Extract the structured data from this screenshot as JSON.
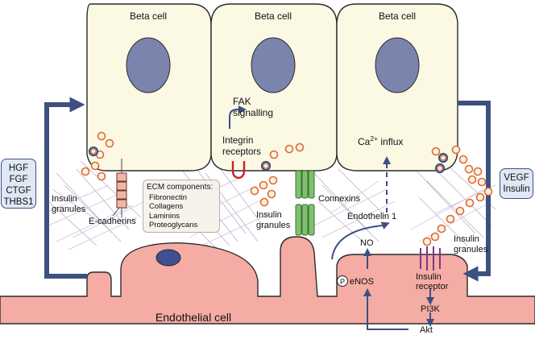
{
  "beta_cells": [
    "Beta cell",
    "Beta cell",
    "Beta cell"
  ],
  "left_factors": [
    "HGF",
    "FGF",
    "CTGF",
    "THBS1"
  ],
  "right_factors": [
    "VEGF",
    "Insulin"
  ],
  "labels": {
    "fak": [
      "FAK",
      "signalling"
    ],
    "integrin": [
      "Integrin",
      "receptors"
    ],
    "calcium_base": "Ca",
    "calcium_sup": "2+",
    "calcium_rest": " influx",
    "insulin_granules_left": [
      "Insulin",
      "granules"
    ],
    "insulin_granules_mid": [
      "Insulin",
      "granules"
    ],
    "insulin_granules_right": [
      "Insulin",
      "granules"
    ],
    "e_cadherins": "E-cadherins",
    "connexins": "Connexins",
    "endothelin": "Endothelin 1",
    "no": "NO",
    "enos": "eNOS",
    "p": "P",
    "insulin_receptor": [
      "Insulin",
      "receptor"
    ],
    "pi3k": "PI3K",
    "akt": "Akt",
    "endothelial": "Endothelial cell"
  },
  "ecm": {
    "title": "ECM components:",
    "items": [
      "Fibronectin",
      "Collagens",
      "Laminins",
      "Proteoglycans"
    ]
  },
  "colors": {
    "beta_cell_fill": "#fbf8e4",
    "nucleus": "#7a84ad",
    "endothelial_fill": "#f4aca4",
    "endo_nucleus": "#3f4f92",
    "arrow": "#3d5080",
    "granule": "#e06a28",
    "connexin": "#7ec070",
    "integrin": "#cc2222"
  }
}
